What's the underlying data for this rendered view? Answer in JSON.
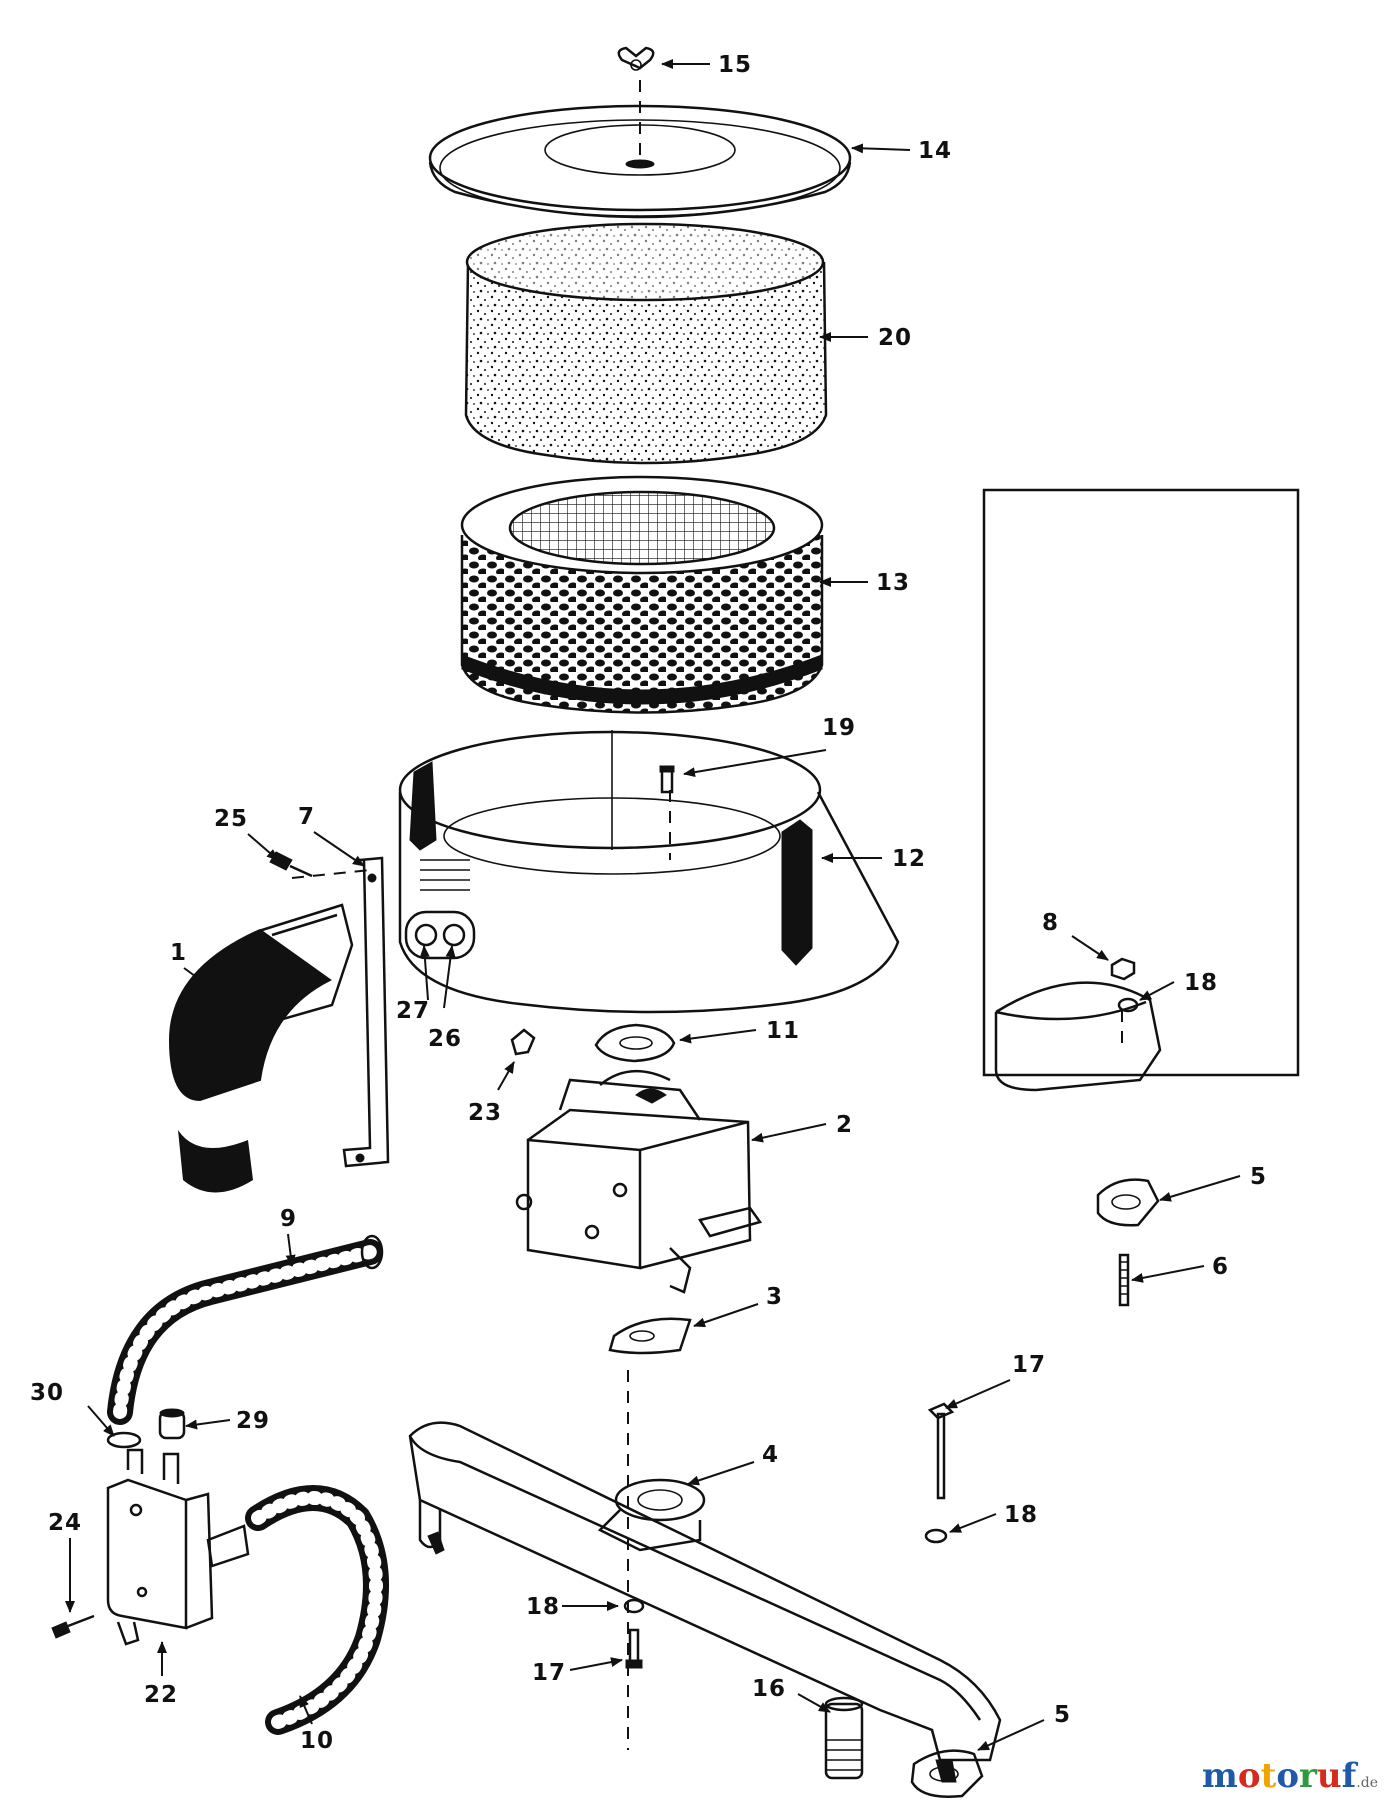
{
  "callouts": [
    "15",
    "14",
    "20",
    "13",
    "19",
    "12",
    "25",
    "7",
    "1",
    "27",
    "26",
    "11",
    "23",
    "2",
    "8",
    "18",
    "5",
    "6",
    "9",
    "3",
    "17",
    "30",
    "29",
    "4",
    "24",
    "18",
    "18",
    "22",
    "17",
    "16",
    "10",
    "5"
  ],
  "watermark": {
    "letters": [
      "m",
      "o",
      "t",
      "o",
      "r",
      "u",
      "f"
    ],
    "colors": [
      "#1f5aa8",
      "#d42b1e",
      "#f0a400",
      "#1f5aa8",
      "#2e9a3e",
      "#d42b1e",
      "#1f5aa8"
    ],
    "suffix": ".de"
  }
}
